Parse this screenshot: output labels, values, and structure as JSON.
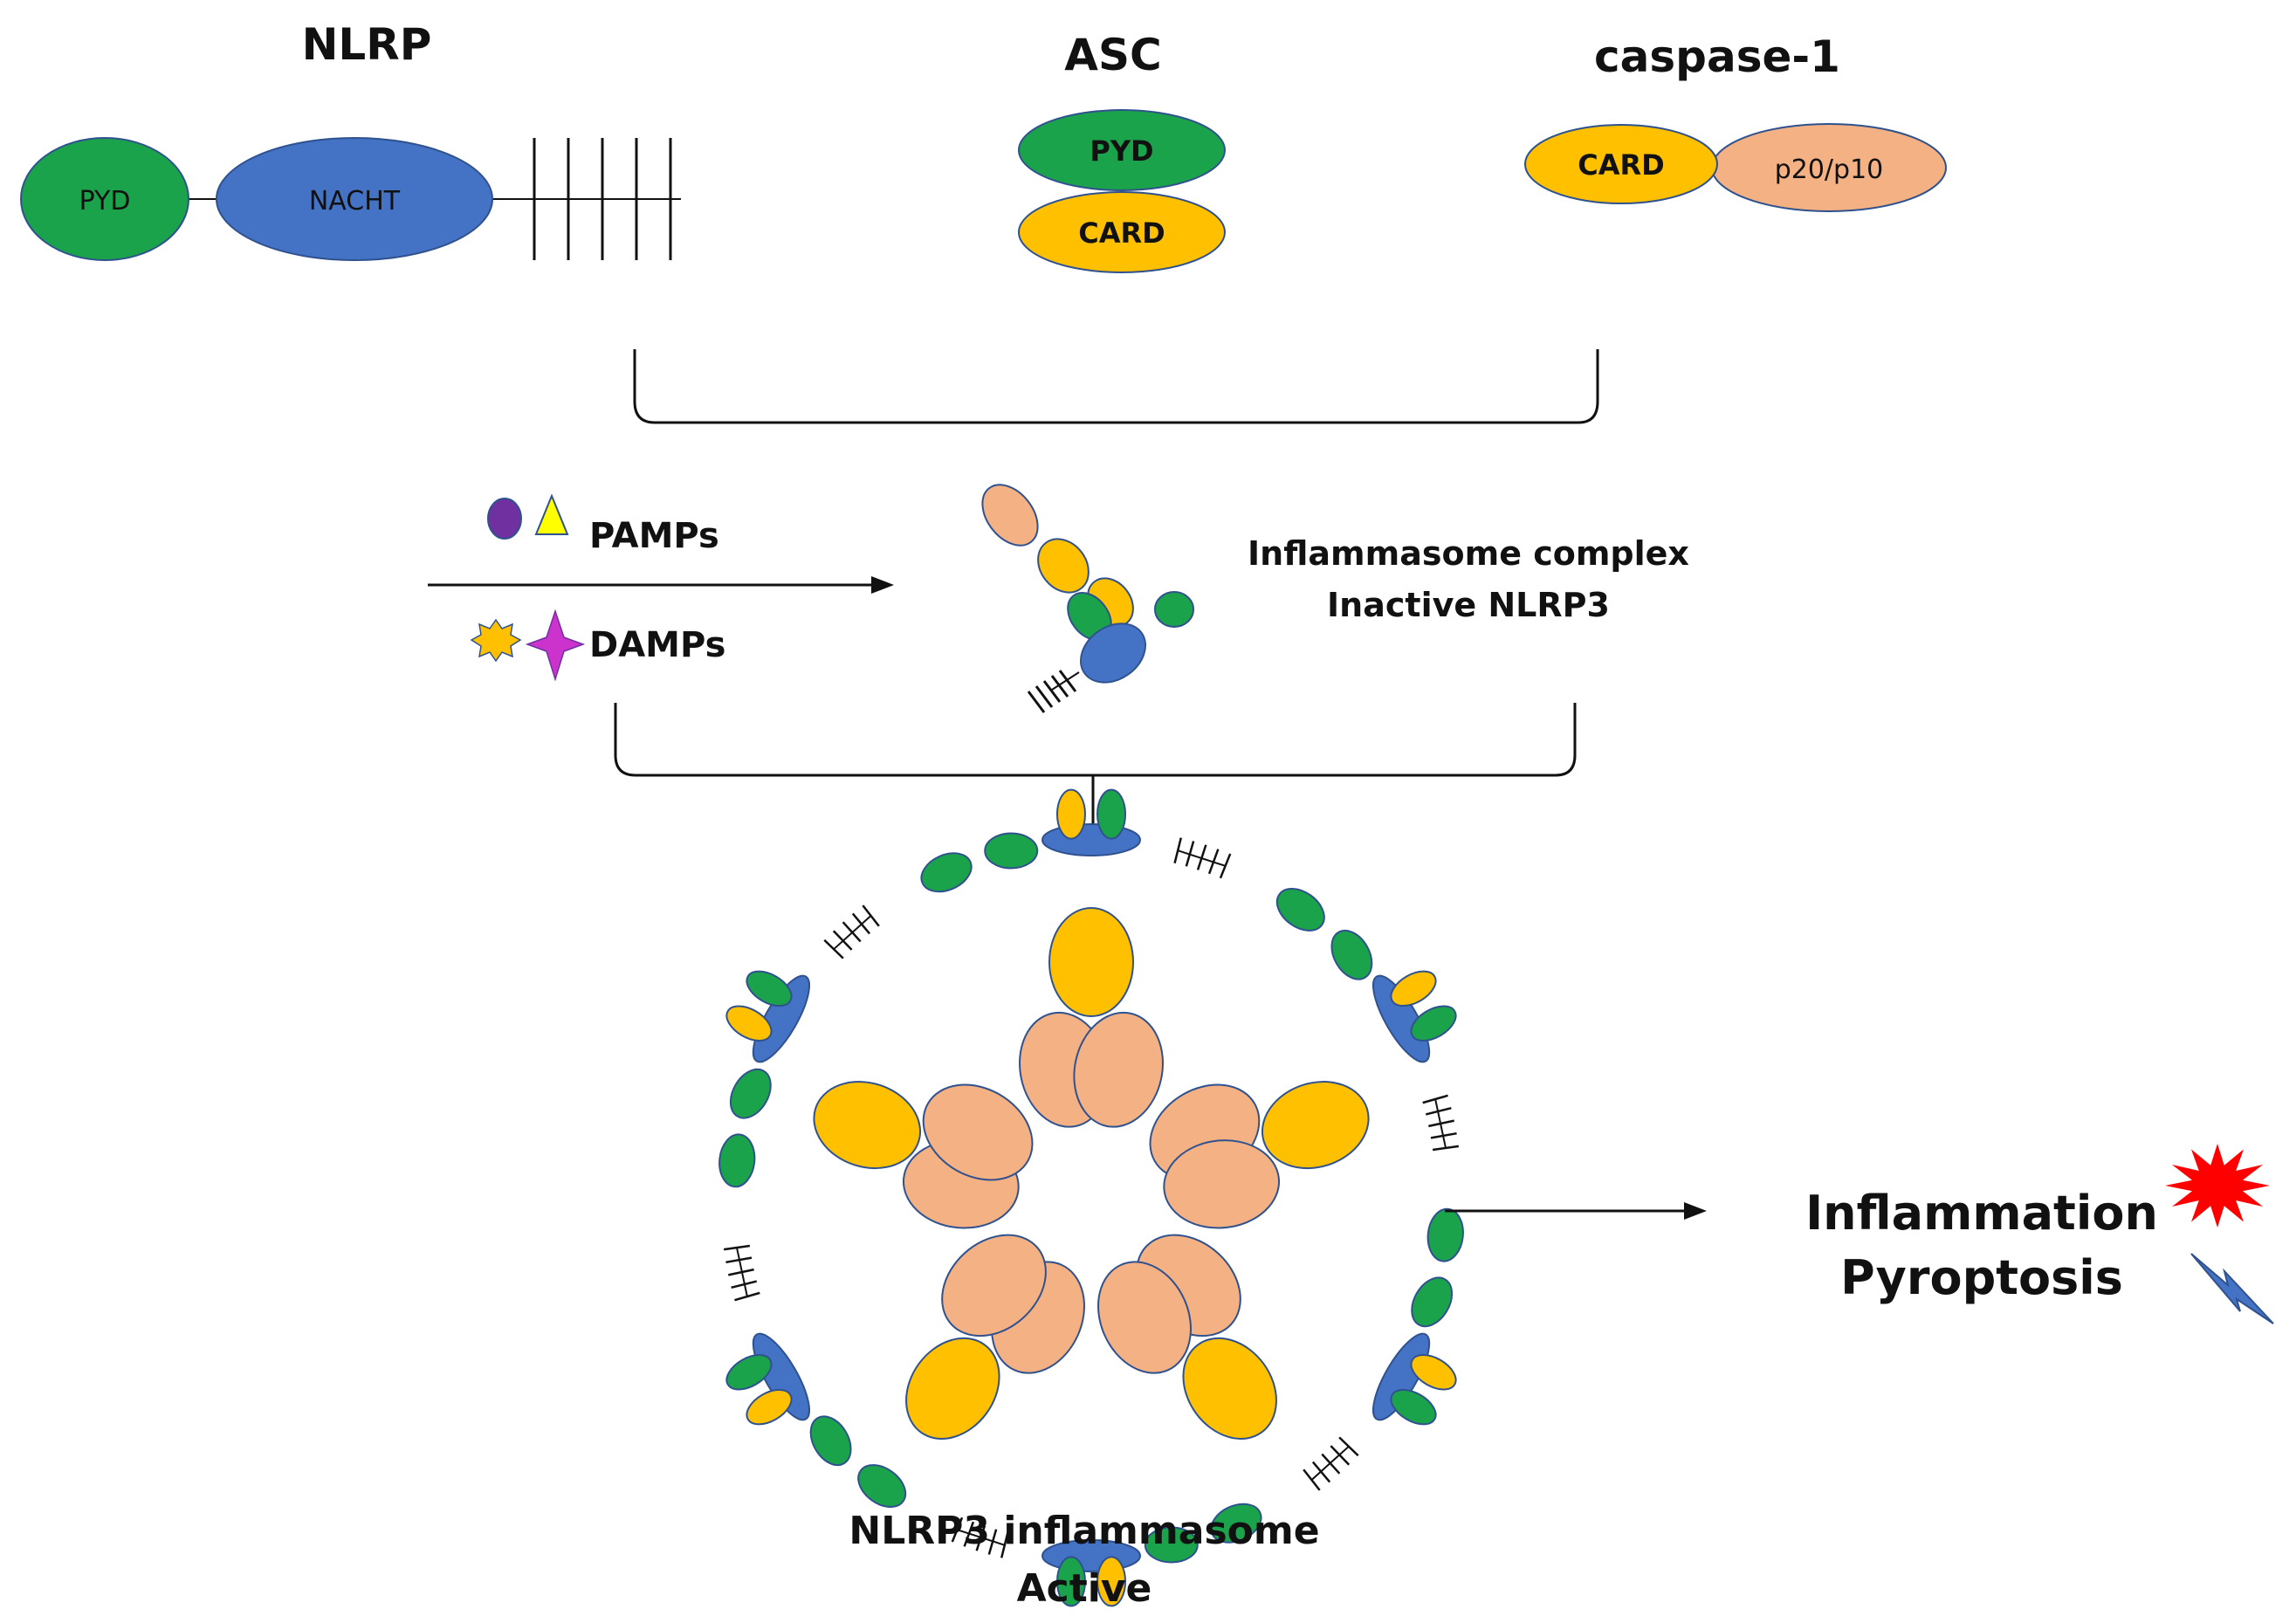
{
  "proteins": {
    "nlrp": {
      "title": "NLRP",
      "pyd": "PYD",
      "nacht": "NACHT"
    },
    "asc": {
      "title": "ASC",
      "pyd": "PYD",
      "card": "CARD"
    },
    "caspase1": {
      "title": "caspase-1",
      "card": "CARD",
      "p20p10": "p20/p10"
    }
  },
  "stimuli": {
    "pamps": "PAMPs",
    "damps": "DAMPs"
  },
  "complex": {
    "line1": "Inflammasome complex",
    "line2": "Inactive NLRP3"
  },
  "active": {
    "line1": "NLRP3 inflammasome",
    "line2": "Active"
  },
  "outcome": {
    "inflammation": "Inflammation",
    "pyroptosis": "Pyroptosis"
  },
  "colors": {
    "pyd_green": "#1aa34a",
    "nacht_blue": "#4472c4",
    "card_yellow": "#ffc000",
    "p20_salmon": "#f4b183",
    "pamp_purple": "#7030a0",
    "pamp_triangle": "#ffff00",
    "damp_star": "#ffc000",
    "damp_cross": "#cc33cc",
    "inflammation_burst": "#ff0000",
    "pyroptosis_bolt": "#4472c4"
  },
  "icons": [
    "pamp-circle-icon",
    "pamp-triangle-icon",
    "damp-star-icon",
    "damp-cross-icon",
    "inflammation-burst-icon",
    "pyroptosis-bolt-icon"
  ]
}
